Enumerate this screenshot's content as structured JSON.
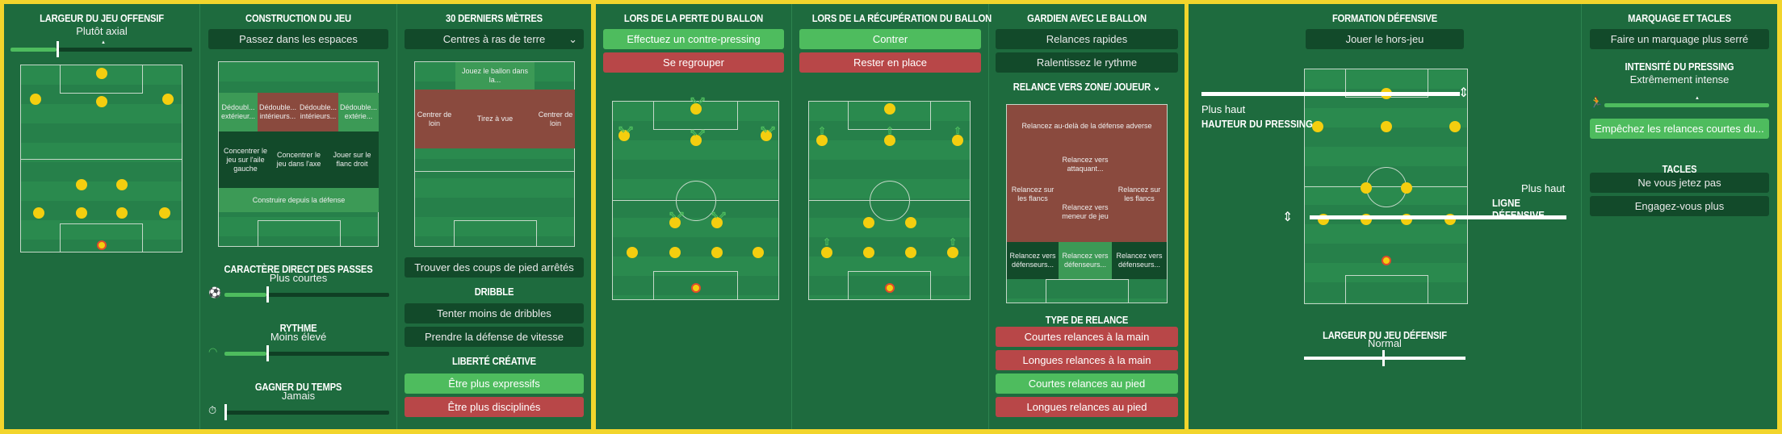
{
  "attack": {
    "width": {
      "title": "LARGEUR DU JEU OFFENSIF",
      "value": "Plutôt axial",
      "level": 0.25
    },
    "buildup": {
      "title": "CONSTRUCTION DU JEU",
      "button": "Passez dans les espaces",
      "zones": {
        "ol": "Dédoubl... extérieur...",
        "il": "Dédouble... intérieurs...",
        "ir": "Dédouble... intérieurs...",
        "or": "Dédouble... extérie...",
        "lw": "Concentrer le jeu sur l'aile gauche",
        "c": "Concentrer le jeu dans l'axe",
        "rw": "Jouer sur le flanc droit",
        "back": "Construire depuis la défense"
      }
    },
    "passing": {
      "title": "CARACTÈRE DIRECT DES PASSES",
      "value": "Plus courtes",
      "level": 0.25
    },
    "tempo": {
      "title": "RYTHME",
      "value": "Moins élevé",
      "level": 0.25
    },
    "timewasting": {
      "title": "GAGNER DU TEMPS",
      "value": "Jamais",
      "level": 0.0
    },
    "final": {
      "title": "30 DERNIERS MÈTRES",
      "select": "Centres à ras de terre",
      "zones": {
        "top": "Jouez le ballon dans la...",
        "lf": "Centrer de loin",
        "c": "Tirez à vue",
        "rf": "Centrer de loin"
      },
      "setpieces": "Trouver des coups de pied arrêtés"
    },
    "dribble": {
      "title": "DRIBBLE",
      "items": [
        "Tenter moins de dribbles",
        "Prendre la défense de vitesse"
      ]
    },
    "creative": {
      "title": "LIBERTÉ CRÉATIVE",
      "items": [
        "Être plus expressifs",
        "Être plus disciplinés"
      ]
    }
  },
  "transition": {
    "loss": {
      "title": "LORS DE LA PERTE DU BALLON",
      "items": [
        "Effectuez un contre-pressing",
        "Se regrouper"
      ]
    },
    "win": {
      "title": "LORS DE LA RÉCUPÉRATION DU BALLON",
      "items": [
        "Contrer",
        "Rester en place"
      ]
    },
    "gk": {
      "title": "GARDIEN AVEC LE BALLON",
      "items": [
        "Relances rapides",
        "Ralentissez le rythme"
      ],
      "distribution_title": "RELANCE VERS ZONE/ JOUEUR",
      "zones": {
        "top": "Relancez au-delà de la défense adverse",
        "att": "Relancez vers attaquant...",
        "lf": "Relancez sur les flancs",
        "pm": "Relancez vers meneur de jeu",
        "rf": "Relancez sur les flancs",
        "ld": "Relancez vers défenseurs...",
        "cd": "Relancez vers défenseurs...",
        "rd": "Relancez vers défenseurs..."
      },
      "type_title": "TYPE DE RELANCE",
      "types": [
        "Courtes relances à la main",
        "Longues relances à la main",
        "Courtes relances au pied",
        "Longues relances au pied"
      ]
    }
  },
  "defence": {
    "shape": {
      "title": "FORMATION DÉFENSIVE",
      "button": "Jouer le hors-jeu",
      "press_height": {
        "label": "Plus haut",
        "caption": "HAUTEUR DU PRESSING"
      },
      "def_line": {
        "label": "Plus haut",
        "caption": "LIGNE DÉFENSIVE"
      },
      "width_title": "LARGEUR DU JEU DÉFENSIF",
      "width_value": "Normal",
      "width_level": 0.5
    },
    "marking": {
      "title": "MARQUAGE ET TACLES",
      "button": "Faire un marquage plus serré",
      "pressing_title": "INTENSITÉ DU PRESSING",
      "pressing_value": "Extrêmement intense",
      "pressing_level": 1.0,
      "pressing_btn": "Empêchez les relances courtes du...",
      "tackling_title": "TACLES",
      "tackling": [
        "Ne vous jetez pas",
        "Engagez-vous plus"
      ]
    }
  }
}
